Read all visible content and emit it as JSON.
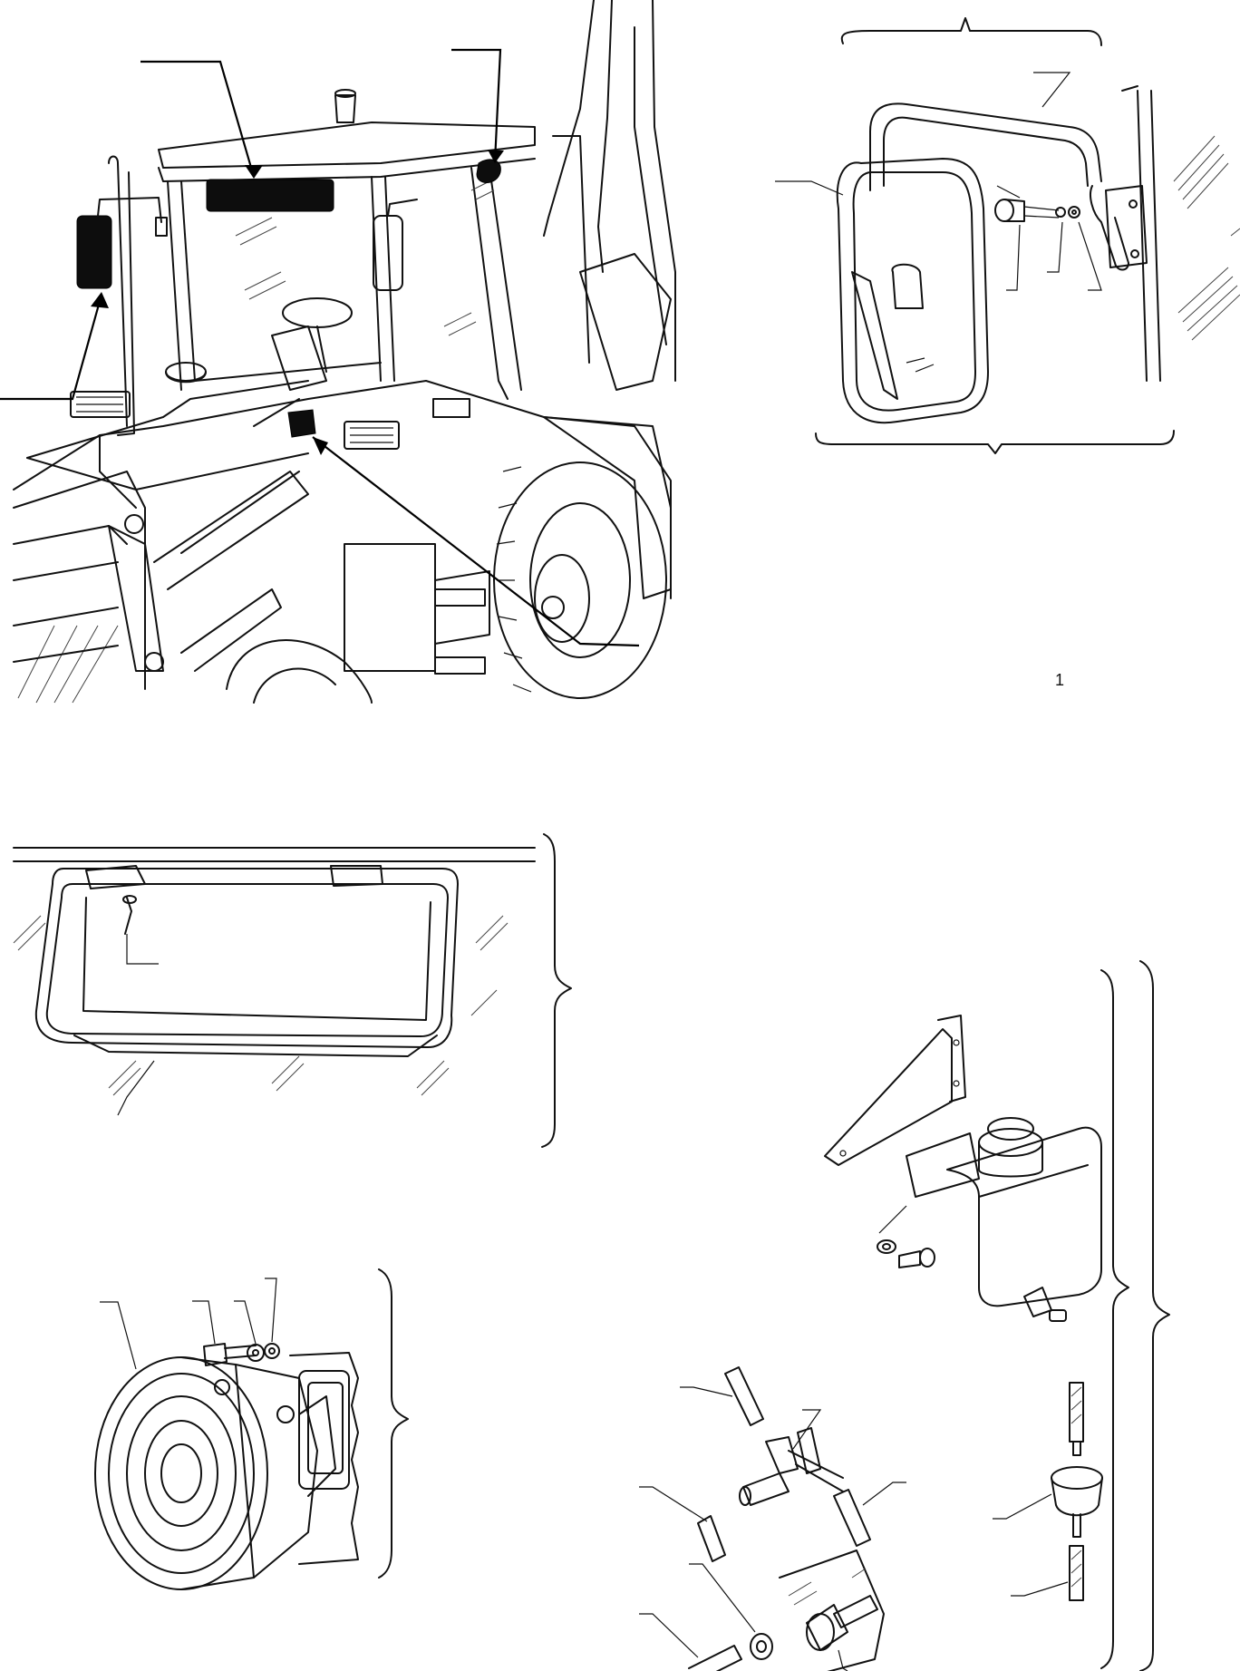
{
  "diagram": {
    "callout_numbers": [
      "1"
    ],
    "views": [
      "machine-overview",
      "rear-view-mirror-detail",
      "sun-visor-detail",
      "cab-fan-detail",
      "washer-reservoir-detail",
      "washer-hose-fittings-detail",
      "washer-inline-filter-detail"
    ]
  }
}
